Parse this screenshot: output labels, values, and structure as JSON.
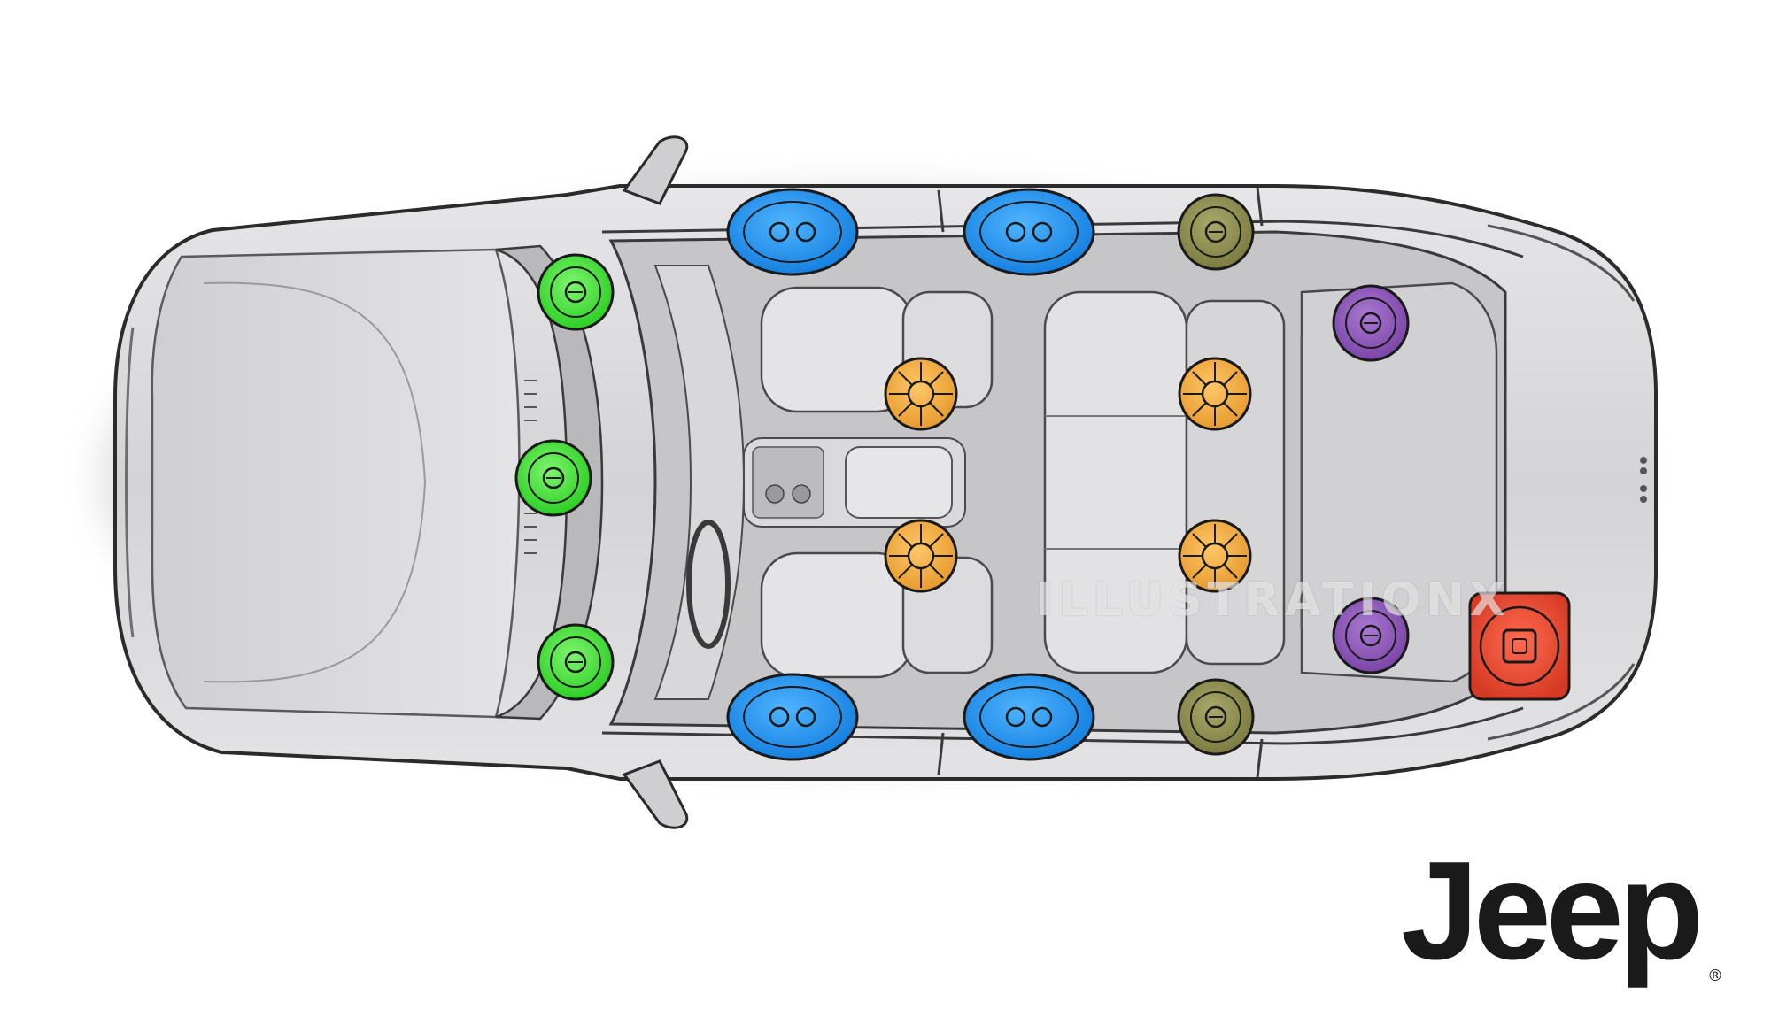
{
  "brand": {
    "name": "Jeep",
    "registered": "®",
    "color": "#1a1a1a"
  },
  "watermark": {
    "text": "ILLUSTRATIONX",
    "subtext": ""
  },
  "colors": {
    "body": "#d9d9db",
    "body_dark": "#bdbdc0",
    "outline": "#2b2b2b",
    "interior": "#c9c9cc",
    "seat": "#e2e2e4",
    "speaker_front_dash": "#35e02c",
    "speaker_door_oval": "#1d8ff0",
    "speaker_rear_door": "#8b8b4a",
    "speaker_rear_pillar": "#8c55b8",
    "speaker_headrest": "#eeaa3e",
    "subwoofer": "#e84530"
  },
  "speaker_groups": [
    {
      "name": "front-dash",
      "color_key": "speaker_front_dash",
      "count": 3
    },
    {
      "name": "door-oval",
      "color_key": "speaker_door_oval",
      "count": 4
    },
    {
      "name": "rear-door",
      "color_key": "speaker_rear_door",
      "count": 2
    },
    {
      "name": "rear-pillar",
      "color_key": "speaker_rear_pillar",
      "count": 2
    },
    {
      "name": "headrest",
      "color_key": "speaker_headrest",
      "count": 4
    },
    {
      "name": "subwoofer",
      "color_key": "subwoofer",
      "count": 1
    }
  ]
}
